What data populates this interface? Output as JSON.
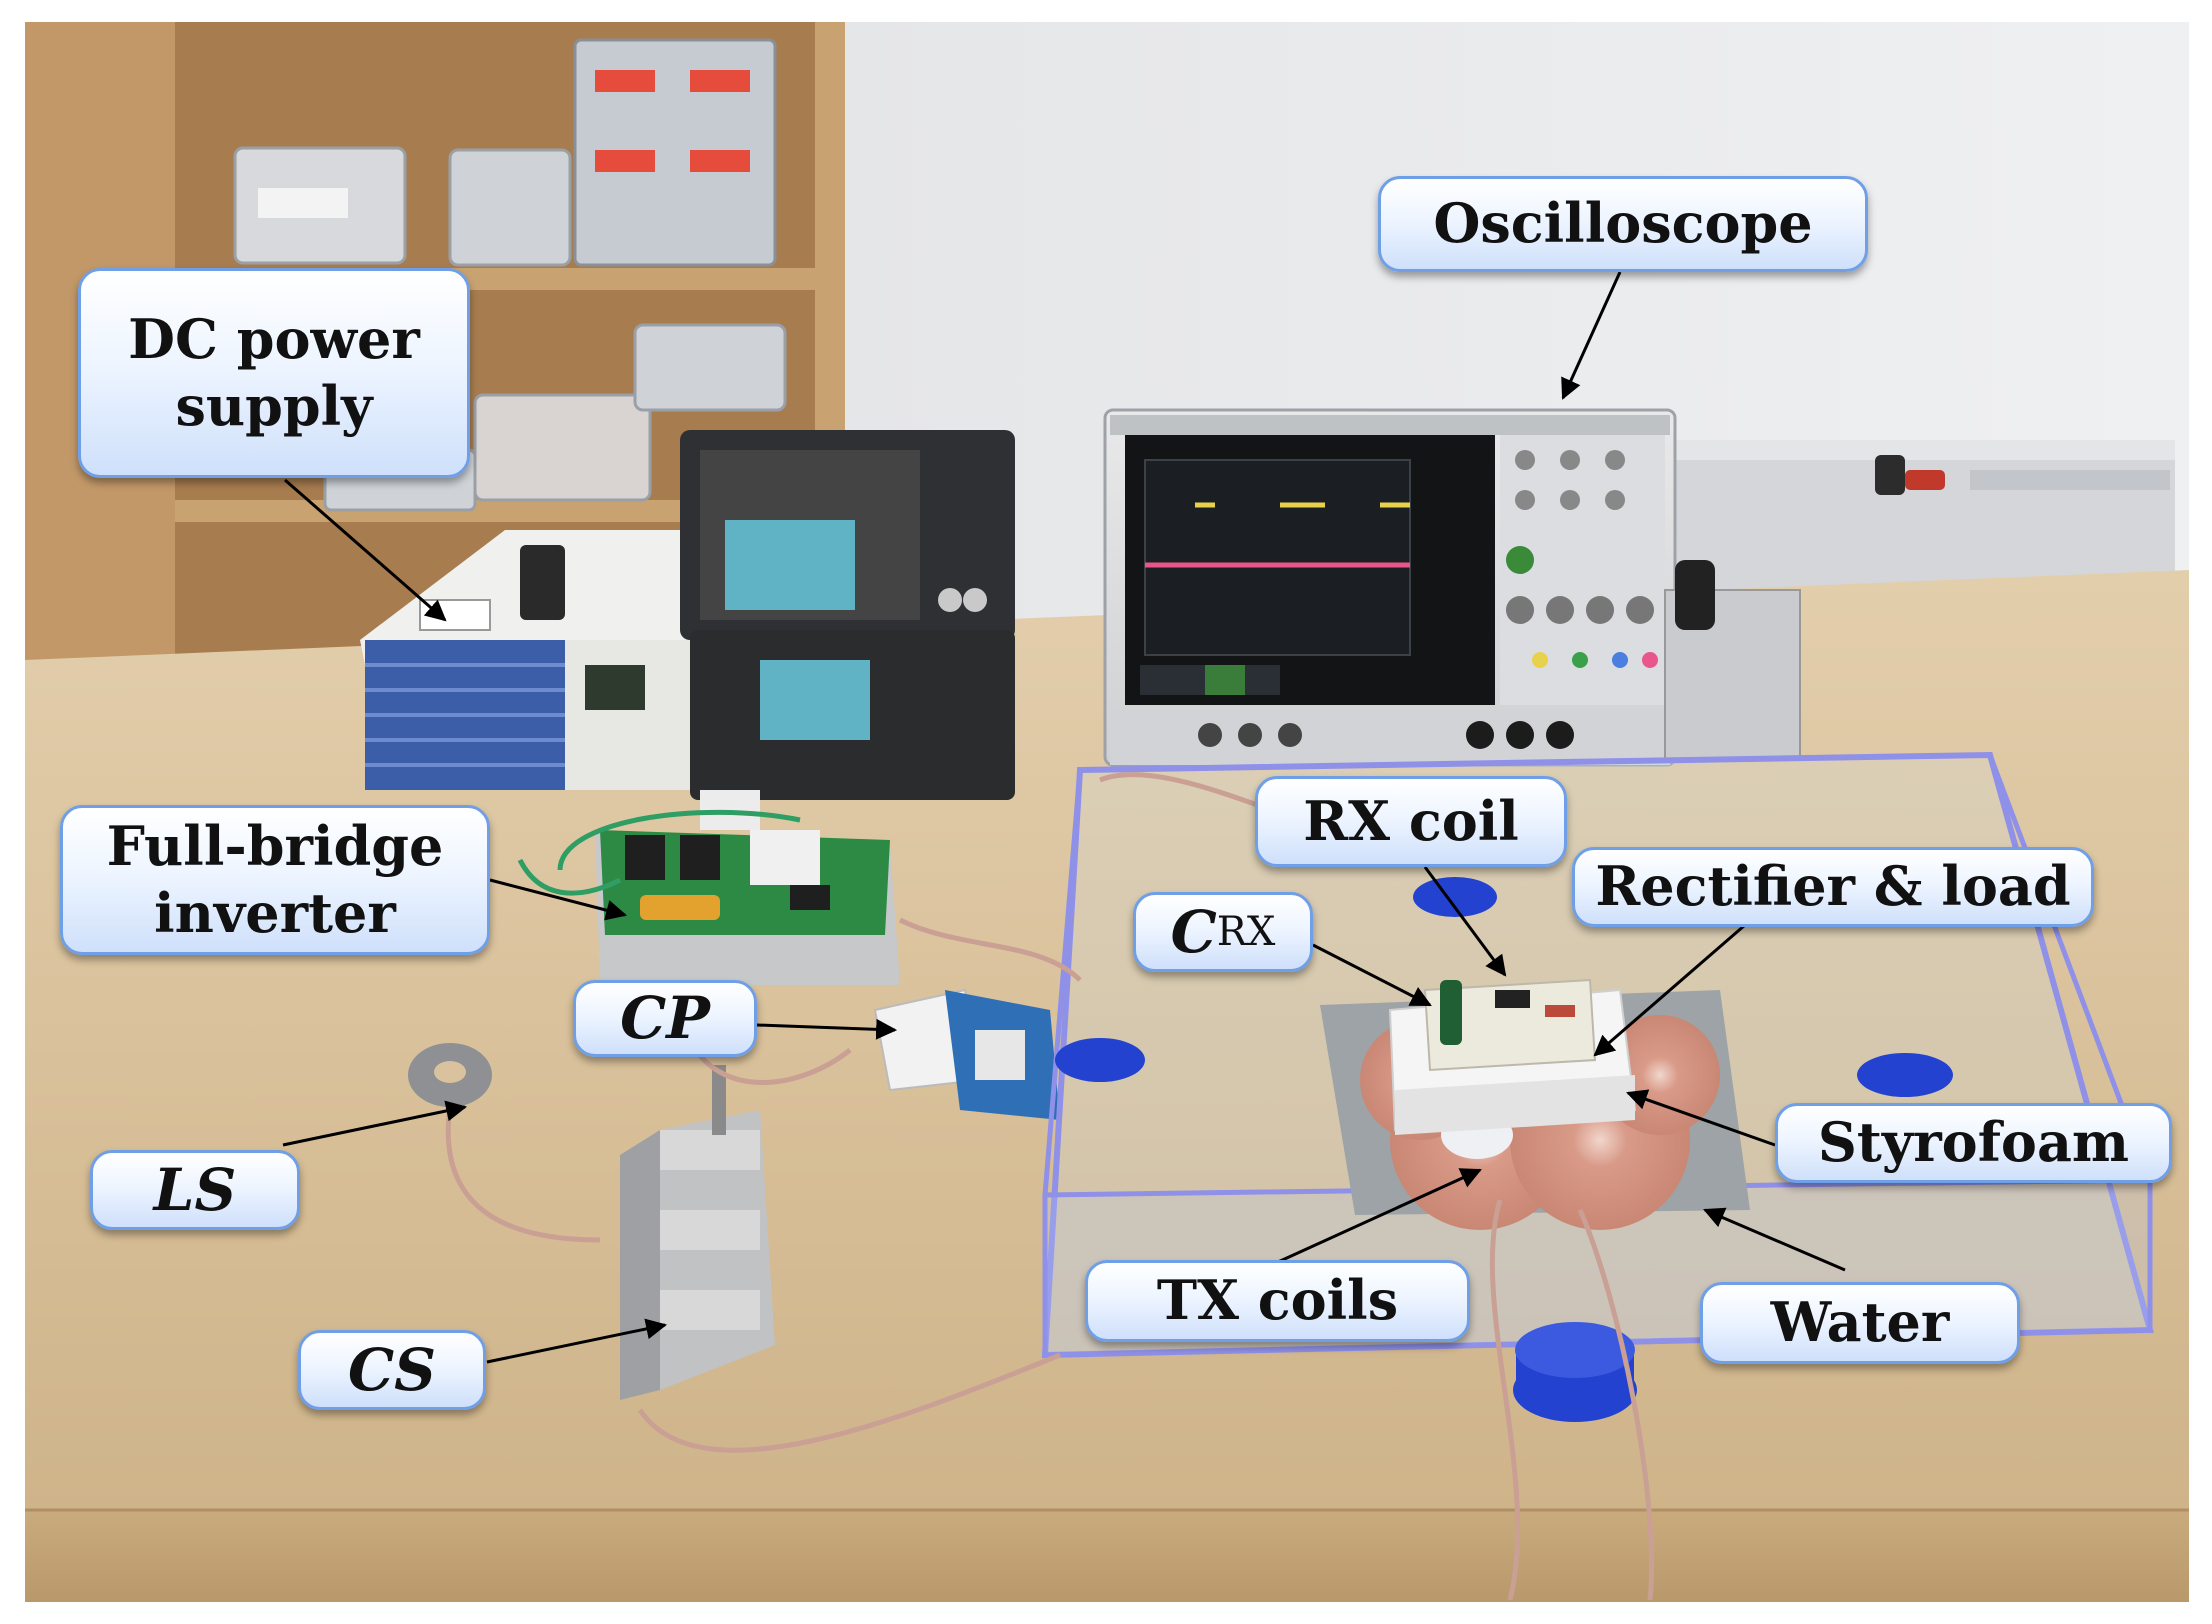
{
  "labels": {
    "oscilloscope": "Oscilloscope",
    "dc_power_supply_line1": "DC power",
    "dc_power_supply_line2": "supply",
    "rx_coil": "RX coil",
    "rectifier_load": "Rectifier & load",
    "full_bridge_line1": "Full-bridge",
    "full_bridge_line2": "inverter",
    "c_rx_symbol": "C",
    "c_rx_sub": "RX",
    "c_p_symbol": "C",
    "c_p_sub": "P",
    "styrofoam": "Styrofoam",
    "l_s_symbol": "L",
    "l_s_sub": "S",
    "tx_coils": "TX coils",
    "water": "Water",
    "c_s_symbol": "C",
    "c_s_sub": "S"
  },
  "colors": {
    "callout_border": "#6f9fe6",
    "callout_fill_top": "#ffffff",
    "callout_fill_bottom": "#cfe0fb",
    "table_wood": "#d8c09a",
    "wall": "#e9eaec",
    "shelf_wood": "#b88d5f",
    "tank_edge": "#8f90e8",
    "blue_puck": "#2242cf",
    "coil_copper": "#d9a08f",
    "screen_trace_yellow": "#e8d24c",
    "screen_trace_pink": "#e8568a"
  }
}
